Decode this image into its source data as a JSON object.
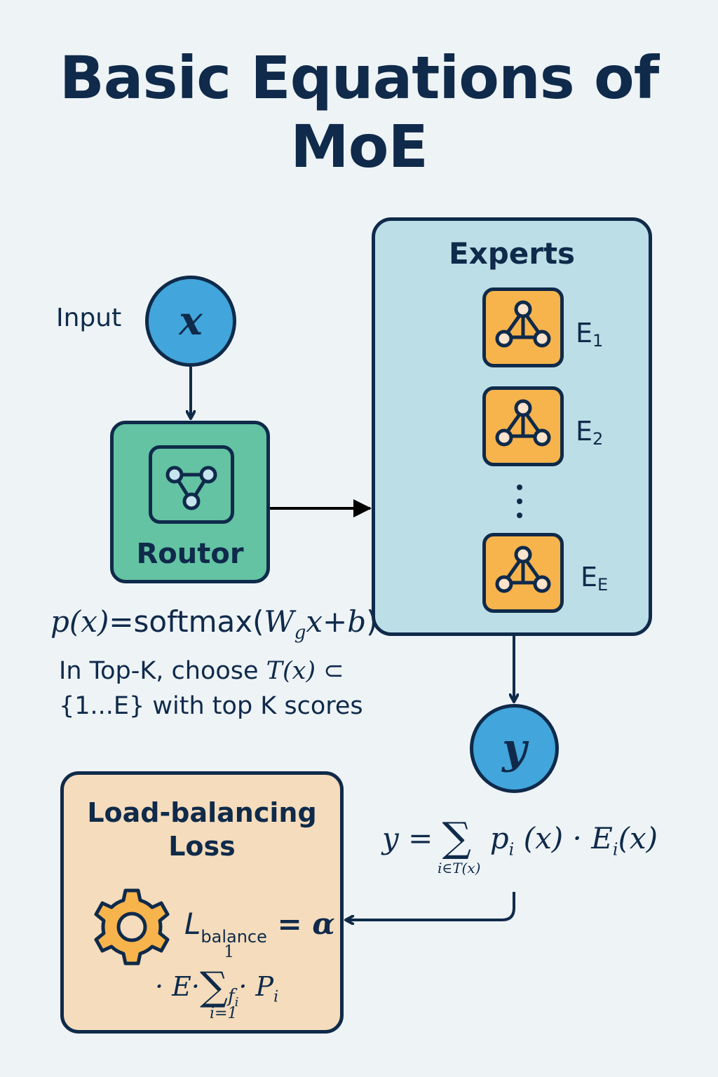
{
  "title": {
    "line1": "Basic Equations of",
    "line2": "MoE"
  },
  "colors": {
    "background": "#eef3f6",
    "ink": "#0f2a4a",
    "node_blue": "#42a5db",
    "router_green": "#63c3a3",
    "experts_panel": "#bcdfe7",
    "expert_orange": "#f7b44c",
    "loss_panel": "#f4dcbc",
    "gear_orange": "#f7b44c"
  },
  "input": {
    "label": "Input",
    "symbol": "x"
  },
  "router": {
    "label": "Routor",
    "icon": "network-triangle-icon"
  },
  "experts": {
    "title": "Experts",
    "items": [
      {
        "name": "E",
        "sub": "1"
      },
      {
        "name": "E",
        "sub": "2"
      },
      {
        "name": "E",
        "sub": "E"
      }
    ],
    "ellipsis": "⋮",
    "icon": "network-triangle-icon"
  },
  "gating": {
    "lhs": "p(x)",
    "eq": "=",
    "func": "softmax(",
    "W": "W",
    "W_sub": "g",
    "rest": "x+b",
    "close": ")"
  },
  "topk": {
    "prefix": "In Top-K, choose ",
    "set": "T(x)",
    "subset": " ⊂",
    "line2_set": "{1...E}",
    "line2_rest": " with top K scores"
  },
  "output": {
    "symbol": "y",
    "equation": {
      "lhs": "y",
      "eq": " = ",
      "sum": "∑",
      "sum_sub": "i∈T(x)",
      "term1": "p",
      "term1_sub": "i",
      "term1_arg": " (x) · ",
      "term2": "E",
      "term2_sub": "i",
      "term2_arg": "(x)"
    }
  },
  "loss": {
    "title_line1": "Load-balancing",
    "title_line2": "Loss",
    "icon": "gear-icon",
    "eq1_L": "L",
    "eq1_sub": "balance",
    "eq1_rest": " = α",
    "eq2_prefix": "· E·",
    "eq2_sum": "∑",
    "eq2_sup": "1",
    "eq2_sub": "i=1",
    "eq2_f": "f",
    "eq2_f_sub": "i",
    "eq2_mid": "· P",
    "eq2_P_sub": "i"
  }
}
